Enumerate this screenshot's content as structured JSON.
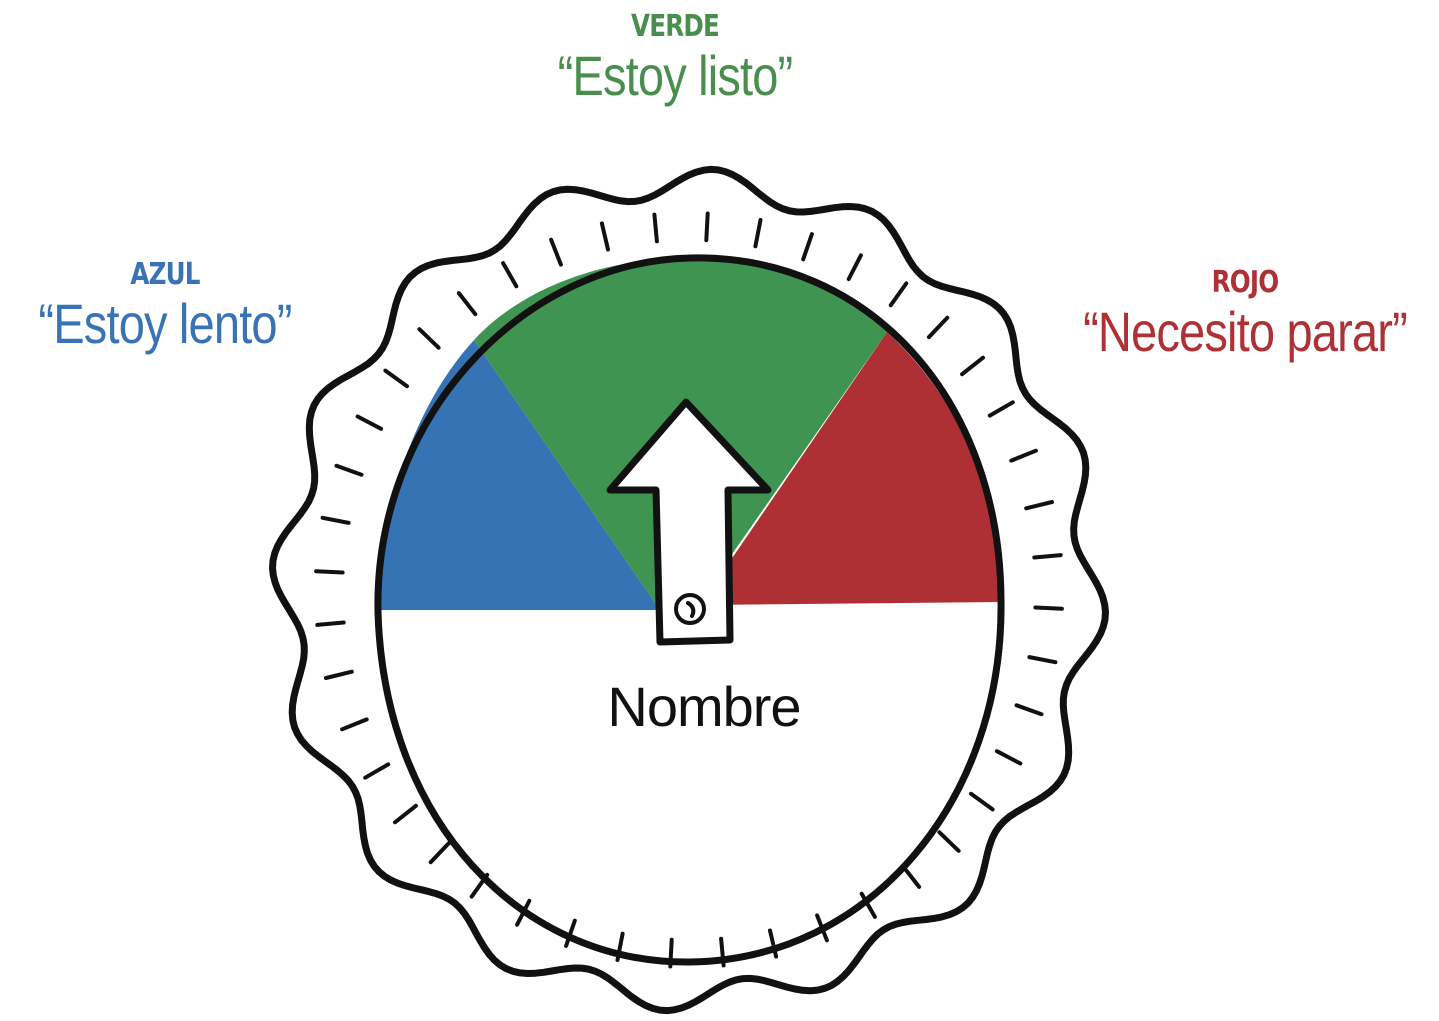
{
  "labels": {
    "verde": {
      "title": "VERDE",
      "quote": "“Estoy listo”",
      "color": "#4a8e4f"
    },
    "azul": {
      "title": "AZUL",
      "quote": "“Estoy lento”",
      "color": "#3a73b5"
    },
    "rojo": {
      "title": "ROJO",
      "quote": "“Necesito parar”",
      "color": "#ae3135"
    }
  },
  "dial": {
    "center_label": "Nombre",
    "segment_colors": {
      "azul": "#3673b4",
      "verde": "#3f9451",
      "rojo": "#ae3035"
    },
    "pointer": "up"
  }
}
